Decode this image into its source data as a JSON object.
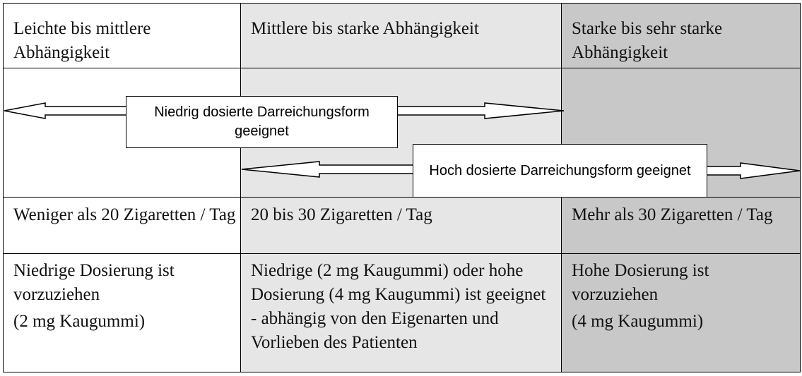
{
  "header": {
    "col1": "Leichte bis mittlere Abhängigkeit",
    "col2": "Mittlere bis starke Abhängigkeit",
    "col3": "Starke bis sehr starke Abhängigkeit"
  },
  "arrows": {
    "low_dose": "Niedrig dosierte Darreichungsform geeignet",
    "high_dose": "Hoch dosierte Darreichungsform geeignet"
  },
  "cigarettes": {
    "col1": "Weniger als 20 Zigaretten / Tag",
    "col2": "20 bis 30 Zigaretten / Tag",
    "col3": "Mehr als 30 Zigaretten / Tag"
  },
  "dosage": {
    "col1_line1": "Niedrige Dosierung ist vorzuziehen",
    "col1_line2": "(2 mg Kaugummi)",
    "col2": "Niedrige (2 mg Kaugummi) oder hohe Dosierung (4 mg Kaugummi) ist geeignet - abhängig von den Eigenarten und Vorlieben des Patienten",
    "col3_line1": "Hohe Dosierung ist vorzuziehen",
    "col3_line2": "(4 mg Kaugummi)"
  }
}
